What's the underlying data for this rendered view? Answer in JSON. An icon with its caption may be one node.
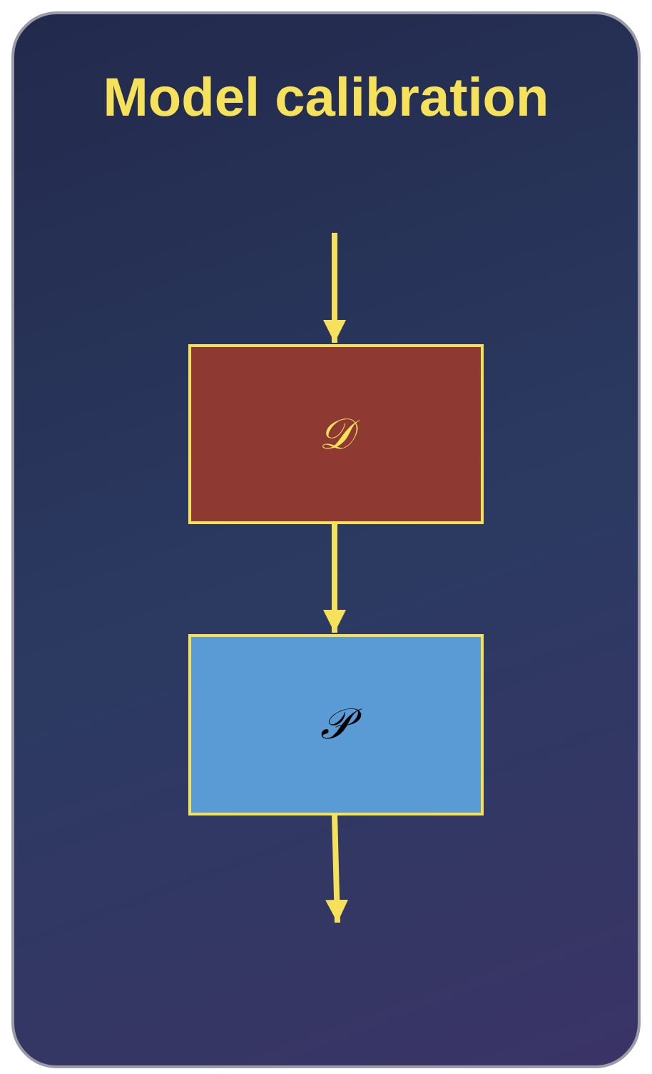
{
  "diagram": {
    "nodes": [
      {
        "text": [
          "Model calibration"
        ]
      },
      {
        "text": [
          "𝒟"
        ],
        "in": 0
      },
      {
        "text": [
          "𝒫"
        ],
        "in": 0
      }
    ],
    "edges": [
      {
        "from": null,
        "to": 1,
        "arrow": "to"
      },
      {
        "from": 1,
        "to": 2,
        "arrow": "to"
      },
      {
        "from": 2,
        "to": null,
        "arrow": "to"
      }
    ]
  }
}
